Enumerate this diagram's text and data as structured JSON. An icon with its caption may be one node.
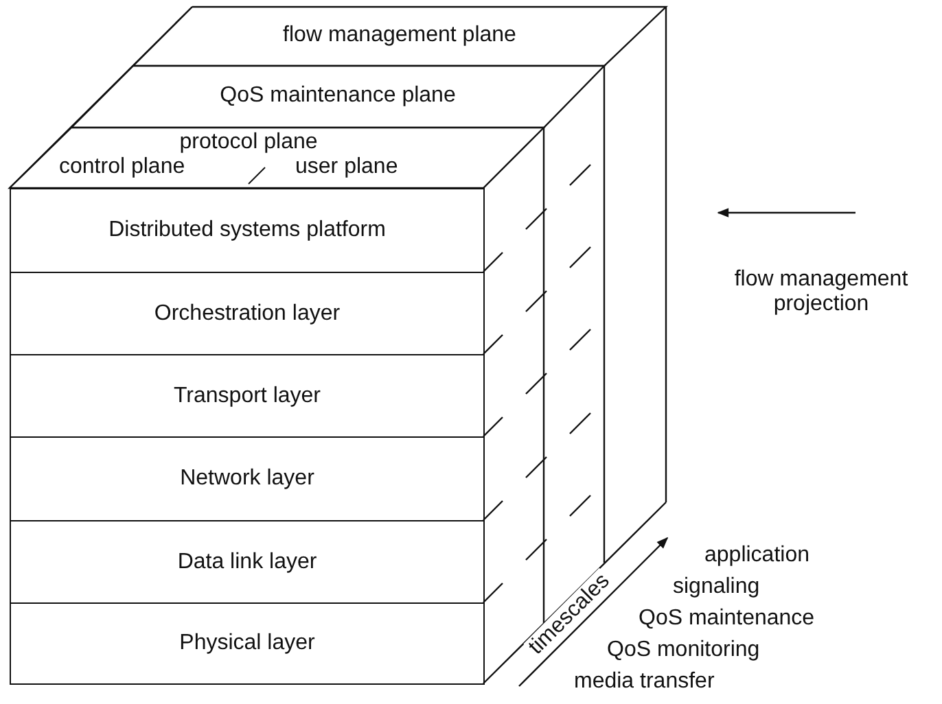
{
  "diagram": {
    "nodes": [
      {
        "text": [
          "flow management plane"
        ]
      },
      {
        "text": [
          "QoS maintenance plane"
        ]
      },
      {
        "text": [
          "protocol plane",
          "control plane",
          "user plane"
        ]
      },
      {
        "text": [
          "Distributed systems platform"
        ]
      },
      {
        "text": [
          "Orchestration layer"
        ]
      },
      {
        "text": [
          "Transport layer"
        ]
      },
      {
        "text": [
          "Network layer"
        ]
      },
      {
        "text": [
          "Data link layer"
        ]
      },
      {
        "text": [
          "Physical layer"
        ]
      }
    ],
    "labels": [
      "flow management projection",
      "timescales",
      "application",
      "signaling",
      "QoS maintenance",
      "QoS monitoring",
      "media transfer"
    ]
  }
}
